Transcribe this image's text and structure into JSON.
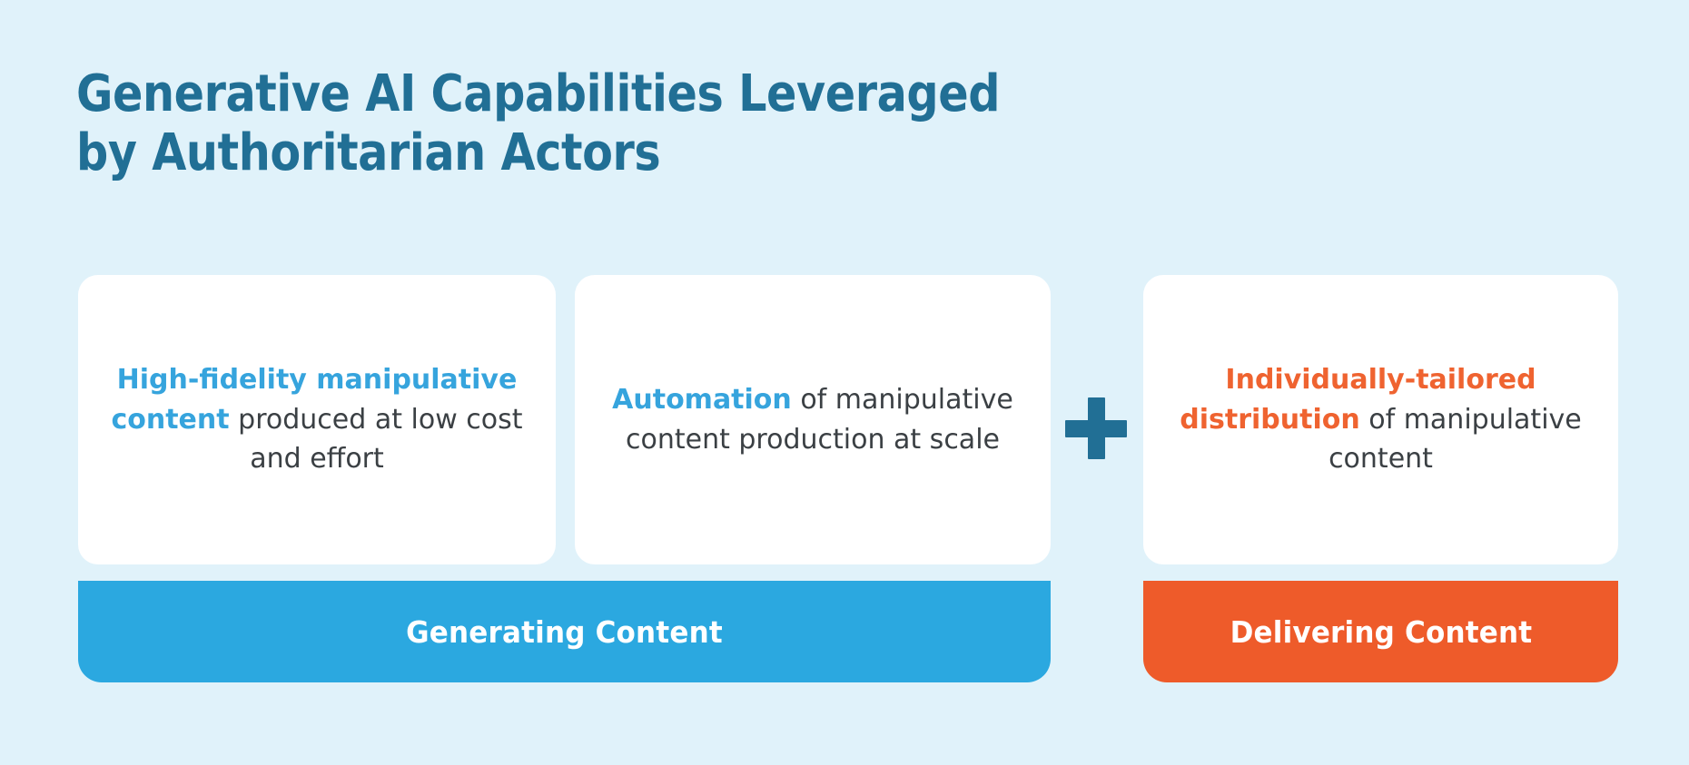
{
  "page": {
    "title": "Generative AI Capabilities Leveraged\nby Authoritarian Actors",
    "background_color": "#e0f2fa"
  },
  "colors": {
    "title_blue": "#216f95",
    "accent_blue": "#36a4dd",
    "banner_blue": "#2ba8e0",
    "accent_orange": "#ef6330",
    "banner_orange": "#ee5b2a",
    "body_text": "#3b4044",
    "card_background": "#ffffff"
  },
  "cards": [
    {
      "id": "high-fidelity",
      "highlight": "High-fidelity manipulative content",
      "highlight_color": "blue",
      "rest": "produced at low cost and effort",
      "group": "Generating Content"
    },
    {
      "id": "automation",
      "highlight": "Automation",
      "highlight_color": "blue",
      "rest": "of manipulative content production at scale",
      "group": "Generating Content"
    },
    {
      "id": "individually-tailored",
      "highlight": "Individually-tailored distribution",
      "highlight_color": "orange",
      "rest": "of manipulative content",
      "group": "Delivering Content"
    }
  ],
  "connector": {
    "symbol": "+",
    "name": "plus-sign",
    "color": "#216f95"
  },
  "banners": [
    {
      "id": "generating",
      "label": "Generating Content",
      "color": "#2ba8e0"
    },
    {
      "id": "delivering",
      "label": "Delivering Content",
      "color": "#ee5b2a"
    }
  ]
}
